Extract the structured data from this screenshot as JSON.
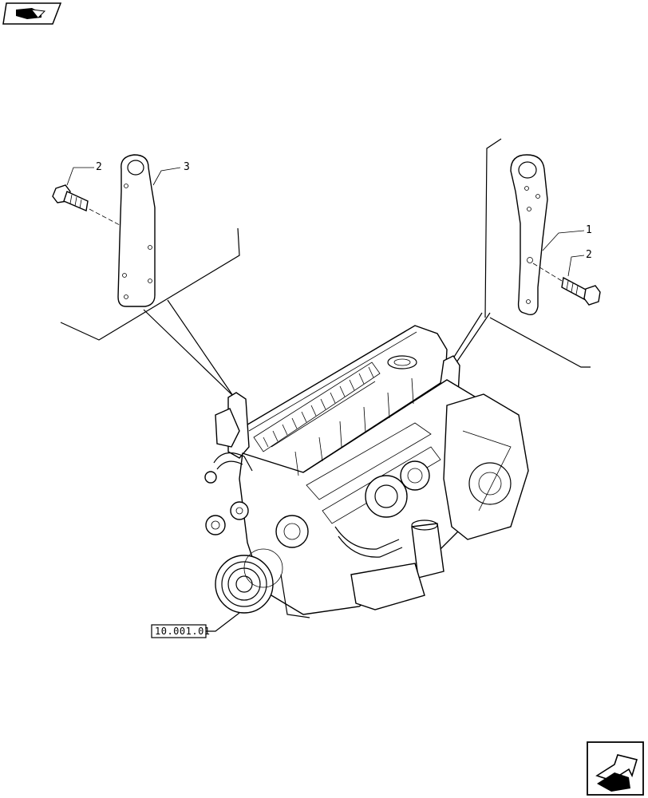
{
  "callouts": {
    "bolt_left": "2",
    "bracket_left": "3",
    "bracket_right": "1",
    "bolt_right": "2"
  },
  "reference": {
    "label": "10.001.01"
  },
  "icons": {
    "top_left": "book-icon",
    "bottom_right": "next-page-arrow-icon"
  }
}
